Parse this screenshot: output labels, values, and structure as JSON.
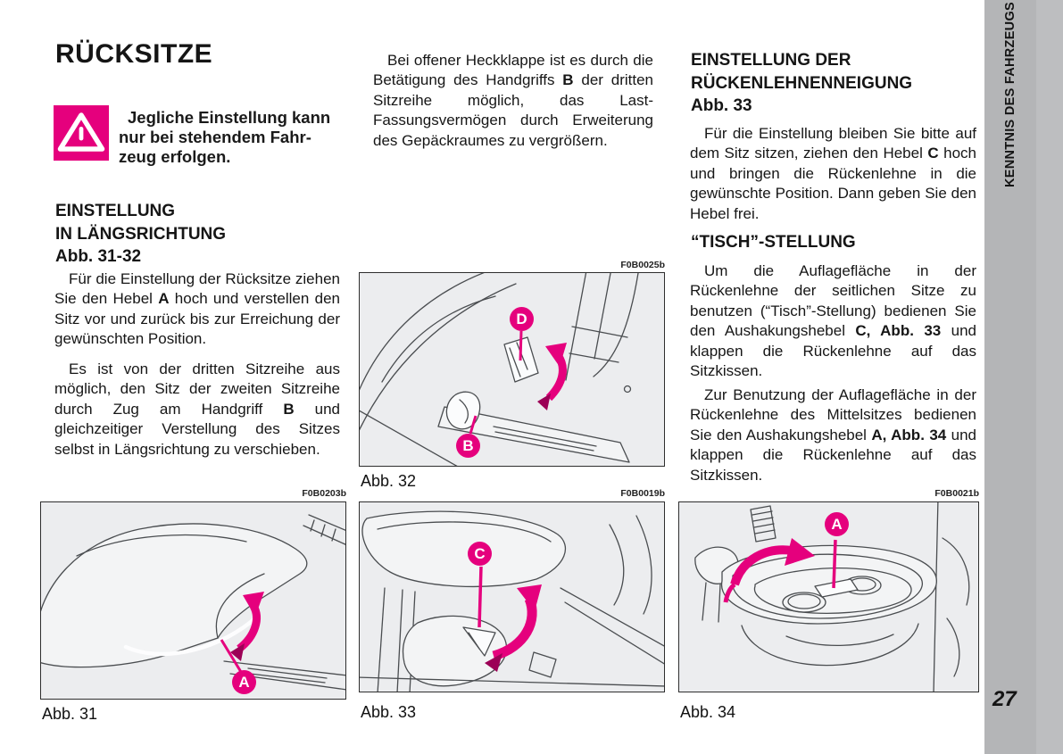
{
  "colors": {
    "accent": "#e5007d",
    "accent_dark": "#9c0056",
    "sidebar": "#b4b5b7"
  },
  "page": {
    "title": "RÜCKSITZE",
    "number": "27",
    "sidebar_tab": "KENNTNIS DES FAHRZEUGS"
  },
  "warning": {
    "icon": "triangle-exclamation-icon",
    "text": "Jegliche Einstellung kann\nnur bei stehendem Fahr-\nzeug erfolgen."
  },
  "left_column": {
    "heading": "EINSTELLUNG\nIN LÄNGSRICHTUNG\nAbb. 31-32",
    "p1": [
      {
        "t": "Für die Einstellung der Rücksitze ziehen Sie den Hebel "
      },
      {
        "t": "A",
        "b": true
      },
      {
        "t": " hoch und verstellen den Sitz vor und zurück bis zur Erreichung der gewünschten Position."
      }
    ],
    "p2": [
      {
        "t": "Es ist von der dritten Sitzreihe aus möglich, den Sitz der zweiten Sitzreihe durch Zug am Handgriff "
      },
      {
        "t": "B",
        "b": true
      },
      {
        "t": " und gleichzeitiger Verstellung des Sitzes selbst in Längsrichtung zu verschieben."
      }
    ]
  },
  "middle_column": {
    "p1": [
      {
        "t": "Bei offener Heckklappe ist es durch die Betätigung des Handgriffs "
      },
      {
        "t": "B",
        "b": true
      },
      {
        "t": " der dritten Sitzreihe möglich, das Last-Fassungsvermögen durch Erweiterung des Gepäckraumes zu vergrößern."
      }
    ]
  },
  "right_column": {
    "heading1": "EINSTELLUNG DER\nRÜCKENLEHNENNEIGUNG\nAbb. 33",
    "p1": [
      {
        "t": "Für die Einstellung bleiben Sie bitte auf dem Sitz sitzen, ziehen den Hebel "
      },
      {
        "t": "C",
        "b": true
      },
      {
        "t": " hoch und bringen die Rückenlehne in die gewünschte Position. Dann geben Sie den Hebel frei."
      }
    ],
    "heading2": "“TISCH”-STELLUNG",
    "p2": [
      {
        "t": "Um die Auflagefläche in der Rückenlehne der seitlichen Sitze zu benutzen (“Tisch”-Stellung) bedienen Sie den Aushakungshebel "
      },
      {
        "t": "C, Abb. 33",
        "b": true
      },
      {
        "t": " und klappen die Rückenlehne auf das Sitzkissen."
      }
    ],
    "p3": [
      {
        "t": "Zur Benutzung der Auflagefläche in der Rückenlehne des Mittelsitzes bedienen Sie den Aushakungshebel "
      },
      {
        "t": "A, Abb. 34",
        "b": true
      },
      {
        "t": " und klappen die Rückenlehne auf das Sitzkissen."
      }
    ]
  },
  "figures": {
    "fig31": {
      "code": "F0B0203b",
      "caption": "Abb. 31",
      "labels": {
        "a": "A"
      }
    },
    "fig32": {
      "code": "F0B0025b",
      "caption": "Abb. 32",
      "labels": {
        "d": "D",
        "b": "B"
      }
    },
    "fig33": {
      "code": "F0B0019b",
      "caption": "Abb. 33",
      "labels": {
        "c": "C"
      }
    },
    "fig34": {
      "code": "F0B0021b",
      "caption": "Abb. 34",
      "labels": {
        "a": "A"
      }
    }
  }
}
